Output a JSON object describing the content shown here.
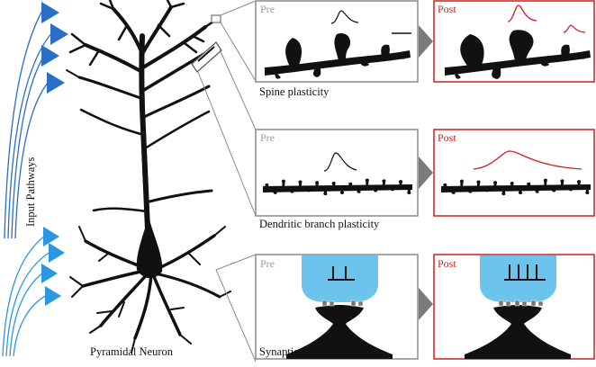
{
  "labels": {
    "input_pathways": "Input Pathways",
    "pyramidal_neuron": "Pyramidal Neuron"
  },
  "panels": [
    {
      "pre_label": "Pre",
      "post_label": "Post",
      "caption": "Spine plasticity"
    },
    {
      "pre_label": "Pre",
      "post_label": "Post",
      "caption": "Dendritic branch plasticity"
    },
    {
      "pre_label": "Pre",
      "post_label": "Post",
      "caption": "Synaptic input plasticity"
    }
  ],
  "colors": {
    "pre_border": "#8a8a8a",
    "post_border": "#d11f1f",
    "axon_top": "#2a6ec6",
    "axon_bottom": "#2a97e0",
    "presynaptic_bouton": "#6cc4ec",
    "neuron": "#111111"
  },
  "spike_counts": {
    "pre_synaptic": 2,
    "post_synaptic": 4
  }
}
